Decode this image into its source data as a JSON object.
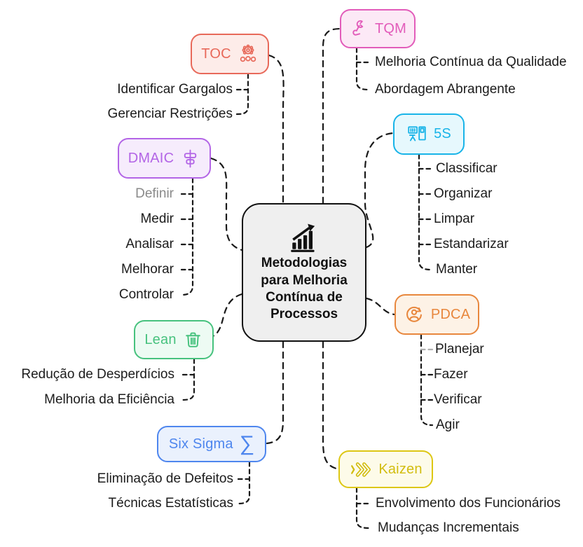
{
  "diagram": {
    "type": "mindmap",
    "center": {
      "label": "Metodologias para Melhoria Contínua de Processos",
      "icon": "growth-chart-icon",
      "border_color": "#111111",
      "fill_color": "#efefef"
    },
    "branches": [
      {
        "id": "toc",
        "label": "TOC",
        "icon": "gears-icon",
        "side": "left",
        "color": "#e8695a",
        "fill": "#fdece9",
        "children": [
          {
            "label": "Identificar Gargalos"
          },
          {
            "label": "Gerenciar Restrições"
          }
        ]
      },
      {
        "id": "tqm",
        "label": "TQM",
        "icon": "wrench-hand-icon",
        "side": "right",
        "color": "#e25cba",
        "fill": "#fce9f6",
        "children": [
          {
            "label": "Melhoria Contínua da Qualidade"
          },
          {
            "label": "Abordagem Abrangente"
          }
        ]
      },
      {
        "id": "dmaic",
        "label": "DMAIC",
        "icon": "align-center-icon",
        "side": "left",
        "color": "#b365e6",
        "fill": "#f6ecfc",
        "children": [
          {
            "label": "Definir",
            "muted": true
          },
          {
            "label": "Medir"
          },
          {
            "label": "Analisar"
          },
          {
            "label": "Melhorar"
          },
          {
            "label": "Controlar"
          }
        ]
      },
      {
        "id": "5s",
        "label": "5S",
        "icon": "workstation-icon",
        "side": "right",
        "color": "#19b4e8",
        "fill": "#e6f8fd",
        "children": [
          {
            "label": "Classificar"
          },
          {
            "label": "Organizar"
          },
          {
            "label": "Limpar"
          },
          {
            "label": "Estandarizar"
          },
          {
            "label": "Manter"
          }
        ]
      },
      {
        "id": "pdca",
        "label": "PDCA",
        "icon": "person-cycle-icon",
        "side": "right",
        "color": "#e8873d",
        "fill": "#fdf2e6",
        "children": [
          {
            "label": "Planejar"
          },
          {
            "label": "Fazer"
          },
          {
            "label": "Verificar"
          },
          {
            "label": "Agir"
          }
        ]
      },
      {
        "id": "lean",
        "label": "Lean",
        "icon": "trash-icon",
        "side": "left",
        "color": "#47c27e",
        "fill": "#edfbf3",
        "children": [
          {
            "label": "Redução de Desperdícios"
          },
          {
            "label": "Melhoria da Eficiência"
          }
        ]
      },
      {
        "id": "six-sigma",
        "label": "Six Sigma",
        "icon": "sigma-icon",
        "glyph": "∑",
        "side": "left",
        "color": "#4e86ee",
        "fill": "#eaf1fd",
        "children": [
          {
            "label": "Eliminação de Defeitos"
          },
          {
            "label": "Técnicas Estatísticas"
          }
        ]
      },
      {
        "id": "kaizen",
        "label": "Kaizen",
        "icon": "fast-forward-icon",
        "side": "right",
        "color": "#ddc714",
        "fill": "#fdfbe9",
        "children": [
          {
            "label": "Envolvimento dos Funcionários"
          },
          {
            "label": "Mudanças Incrementais"
          }
        ]
      }
    ]
  }
}
